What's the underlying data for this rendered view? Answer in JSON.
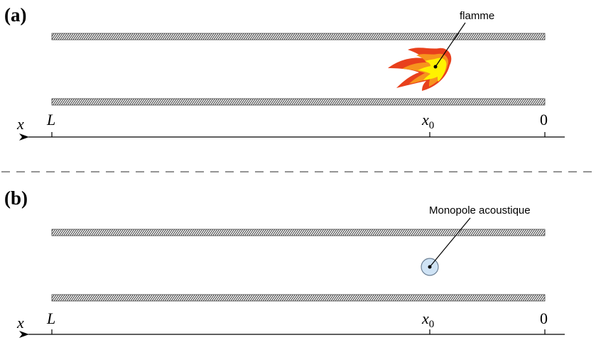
{
  "panels": [
    {
      "label": "(a)",
      "annotation": "flamme",
      "axis": {
        "variable": "x",
        "tick_L": "L",
        "tick_x0": "x",
        "tick_x0_sub": "0",
        "tick_zero": "0"
      }
    },
    {
      "label": "(b)",
      "annotation": "Monopole acoustique",
      "axis": {
        "variable": "x",
        "tick_L": "L",
        "tick_x0": "x",
        "tick_x0_sub": "0",
        "tick_zero": "0"
      }
    }
  ],
  "colors": {
    "flame_outer": "#e8401c",
    "flame_mid": "#f7941d",
    "flame_inner": "#fff200",
    "monopole_fill": "#cfe3f5",
    "monopole_stroke": "#6b7f94"
  }
}
